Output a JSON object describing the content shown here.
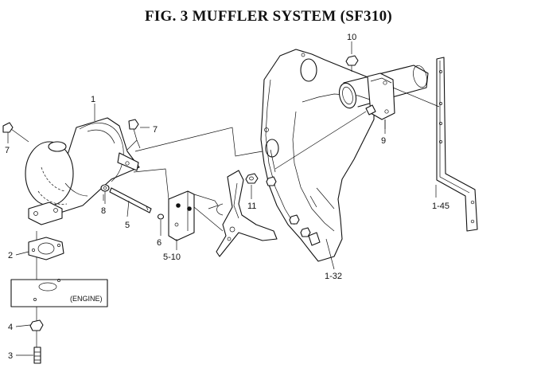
{
  "title": "FIG.  3  MUFFLER SYSTEM (SF310)",
  "engine_label": "(ENGINE)",
  "part_labels": {
    "p1": "1",
    "p2": "2",
    "p3": "3",
    "p4": "4",
    "p5": "5",
    "p6": "6",
    "p7a": "7",
    "p7b": "7",
    "p8": "8",
    "p9": "9",
    "p10": "10",
    "p11": "11",
    "p5_10": "5-10",
    "p1_32": "1-32",
    "p1_45": "1-45"
  }
}
